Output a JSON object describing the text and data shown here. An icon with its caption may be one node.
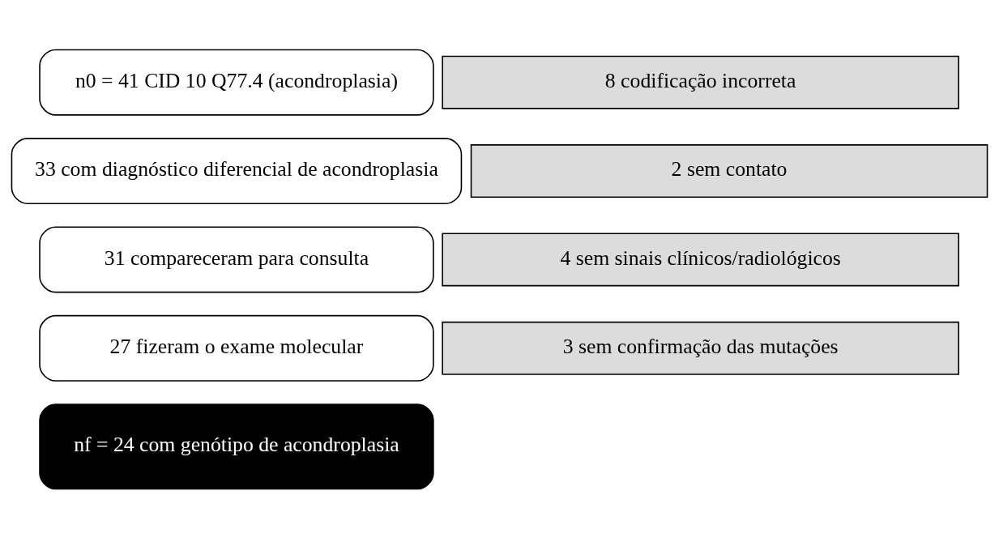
{
  "diagram": {
    "nodes": [
      {
        "text": [
          "n0 = 41 CID 10 Q77.4 (acondroplasia)"
        ]
      },
      {
        "text": [
          "8 codificação incorreta"
        ]
      },
      {
        "text": [
          "33 com diagnóstico diferencial de acondroplasia"
        ]
      },
      {
        "text": [
          "2 sem contato"
        ]
      },
      {
        "text": [
          "31 compareceram para consulta"
        ]
      },
      {
        "text": [
          "4 sem sinais clínicos/radiológicos"
        ]
      },
      {
        "text": [
          "27 fizeram o exame molecular"
        ]
      },
      {
        "text": [
          "3 sem confirmação das mutações"
        ]
      },
      {
        "text": [
          "nf = 24 com genótipo de acondroplasia"
        ]
      }
    ]
  }
}
